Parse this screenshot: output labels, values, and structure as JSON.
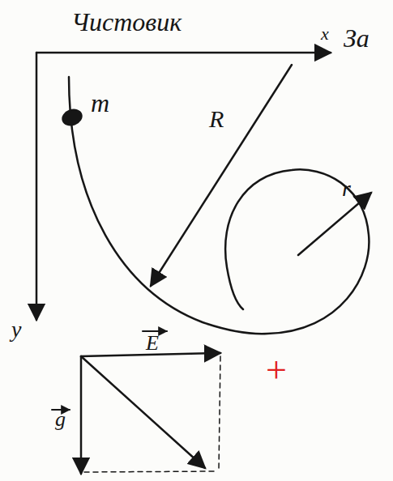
{
  "diagram": {
    "labels": [
      "Чистовик",
      "x",
      "За",
      "m",
      "R",
      "r",
      "y",
      "E",
      "g",
      "+"
    ]
  }
}
